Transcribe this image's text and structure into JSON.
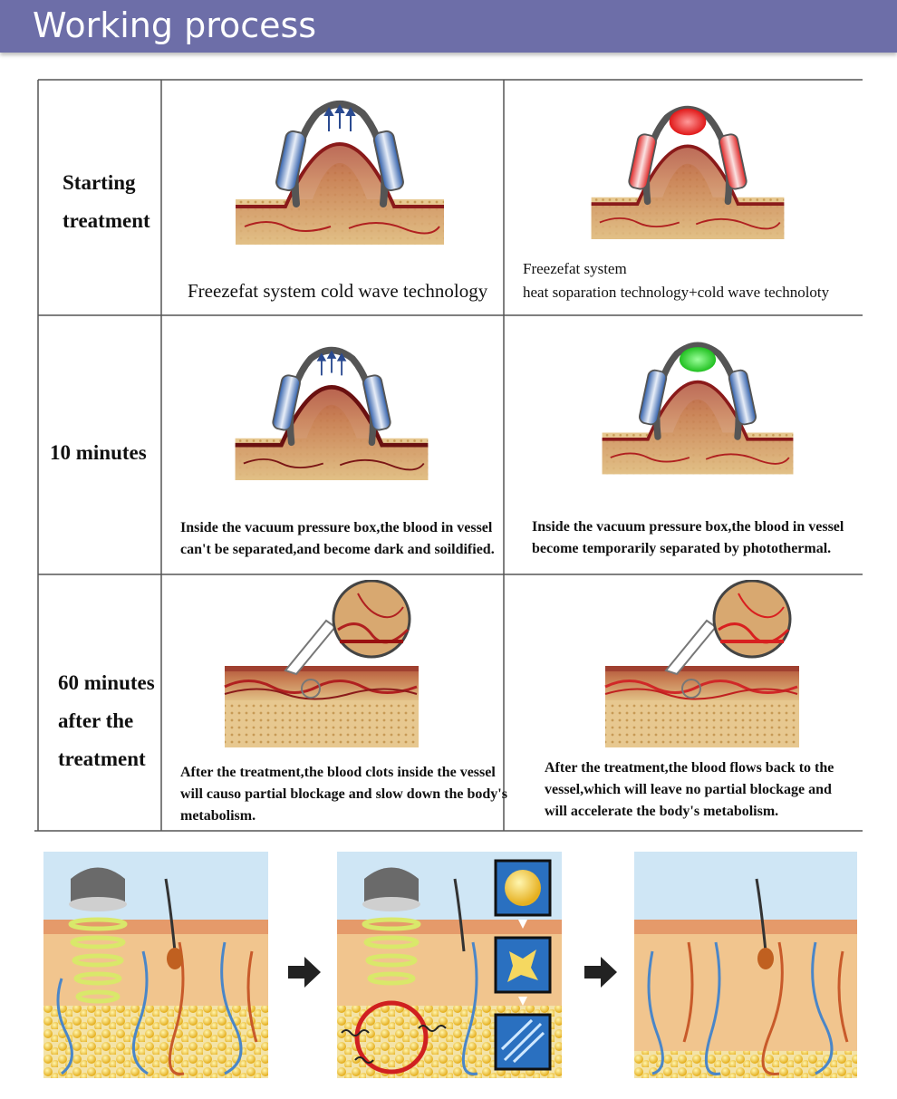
{
  "header": {
    "title": "Working process"
  },
  "rows": [
    {
      "label_lines": [
        "Starting",
        "treatment"
      ],
      "left_caption": "Freezefat system cold wave technology",
      "right_caption_lines": [
        "Freezefat system",
        "heat soparation technology+cold wave technoloty"
      ]
    },
    {
      "label_lines": [
        "10 minutes"
      ],
      "left_caption_lines": [
        "Inside the vacuum pressure box,the blood in vessel",
        "can't be separated,and become dark and soildified."
      ],
      "right_caption_lines": [
        "Inside the vacuum pressure box,the blood in vessel",
        "become temporarily separated by photothermal."
      ]
    },
    {
      "label_lines": [
        "60 minutes",
        "after the",
        "treatment"
      ],
      "left_caption_lines": [
        "After the treatment,the blood clots inside the vessel",
        "will causo partial blockage and slow down the body's",
        "metabolism."
      ],
      "right_caption_lines": [
        "After the treatment,the blood flows back to the",
        "vessel,which will leave no partial blockage and",
        "will accelerate the body's metabolism."
      ]
    }
  ],
  "colors": {
    "header_bg": "#6d6ea8",
    "cold": "#4a78c0",
    "heat": "#e03030",
    "light": "#3fd83f",
    "skin": "#c9a068",
    "vessel": "#b02020"
  }
}
